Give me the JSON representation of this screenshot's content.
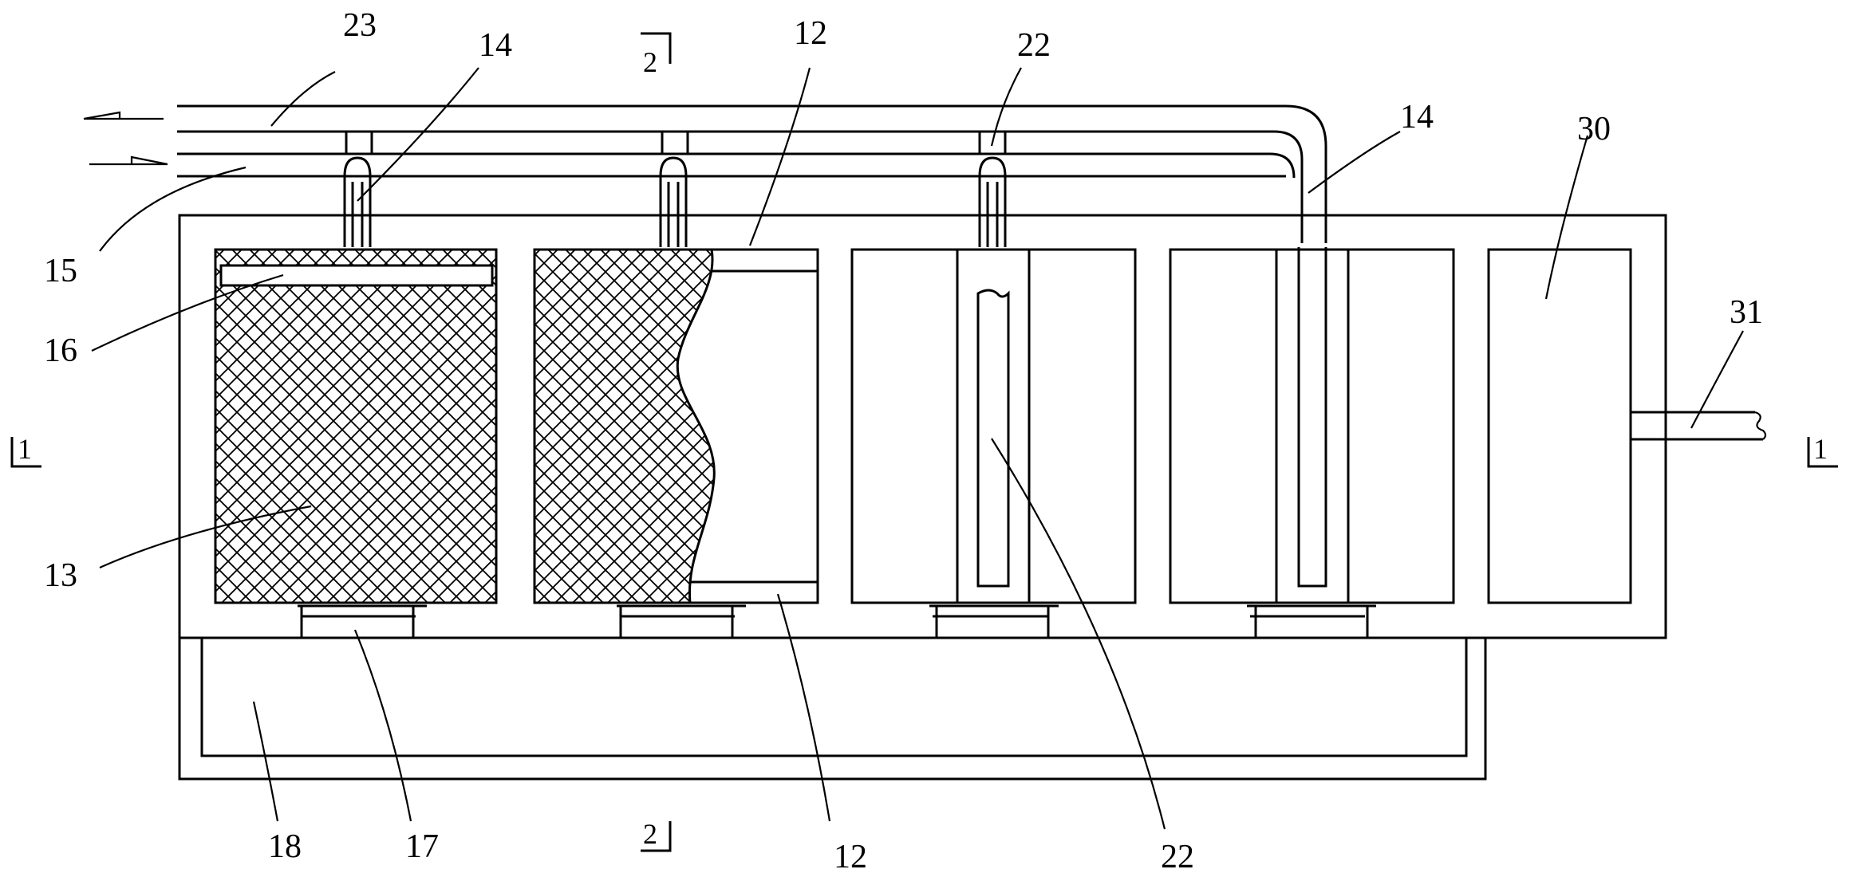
{
  "labels": {
    "l23": "23",
    "l14a": "14",
    "l2top": "2",
    "l12a": "12",
    "l22a": "22",
    "l14b": "14",
    "l30": "30",
    "l15": "15",
    "l16": "16",
    "l31": "31",
    "l1left": "1",
    "l1right": "1",
    "l13": "13",
    "l18": "18",
    "l17": "17",
    "l2bot": "2",
    "l12b": "12",
    "l22b": "22"
  },
  "colors": {
    "line": "#000000",
    "background": "#ffffff"
  }
}
